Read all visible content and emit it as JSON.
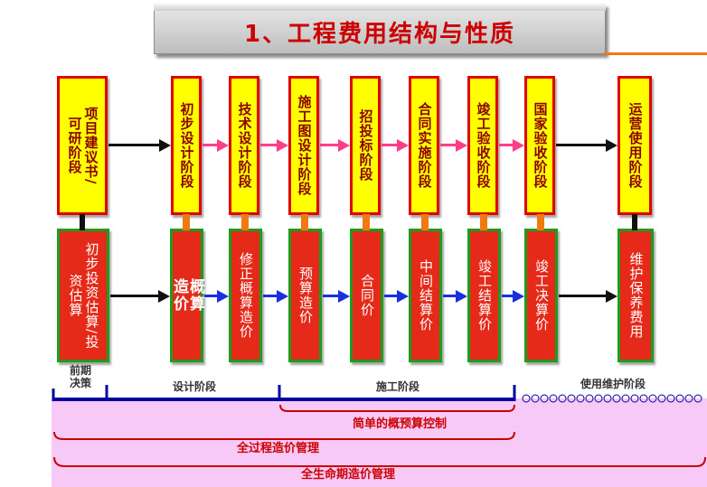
{
  "title": "1、工程费用结构与性质",
  "stages": [
    {
      "label": "项目建议书/可研阶段",
      "columns": [
        "项目建议书/",
        "可研阶段"
      ]
    },
    {
      "label": "初步设计阶段",
      "columns": [
        "初步设计阶段"
      ]
    },
    {
      "label": "技术设计阶段",
      "columns": [
        "技术设计阶段"
      ]
    },
    {
      "label": "施工图设计阶段",
      "columns": [
        "施工图设计阶段"
      ]
    },
    {
      "label": "招投标阶段",
      "columns": [
        "招投标阶段"
      ]
    },
    {
      "label": "合同实施阶段",
      "columns": [
        "合同实施阶段"
      ]
    },
    {
      "label": "竣工验收阶段",
      "columns": [
        "竣工验收阶段"
      ]
    },
    {
      "label": "国家验收阶段",
      "columns": [
        "国家验收阶段"
      ]
    },
    {
      "label": "运营使用阶段",
      "columns": [
        "运营使用阶段"
      ]
    }
  ],
  "costs": [
    {
      "label": "初步投资估算/投资估算",
      "columns": [
        "初步投资估算/投",
        "资估算"
      ]
    },
    {
      "label": "概算造价",
      "columns": [
        "概算",
        "造价"
      ]
    },
    {
      "label": "修正概算造价",
      "columns": [
        "修正概算造价"
      ]
    },
    {
      "label": "预算造价",
      "columns": [
        "预算造价"
      ]
    },
    {
      "label": "合同价",
      "columns": [
        "合同价"
      ]
    },
    {
      "label": "中间结算价",
      "columns": [
        "中间结算价"
      ]
    },
    {
      "label": "竣工结算价",
      "columns": [
        "竣工结算价"
      ]
    },
    {
      "label": "竣工决算价",
      "columns": [
        "竣工决算价"
      ]
    },
    {
      "label": "维护保养费用",
      "columns": [
        "维护保养费用"
      ]
    }
  ],
  "timeline": {
    "phase1": "前期决策",
    "phase1_line1": "前期",
    "phase1_line2": "决策",
    "phase2": "设计阶段",
    "phase3": "施工阶段",
    "phase4": "使用维护阶段"
  },
  "management": {
    "simple": "简单的概预算控制",
    "full_process": "全过程造价管理",
    "life_cycle": "全生命期造价管理"
  },
  "colors": {
    "stage_fill": "#ffff00",
    "stage_border": "#e00000",
    "cost_fill": "#e52a1a",
    "cost_border": "#1d9d1d",
    "arrow_pink": "#ff3d8a",
    "arrow_blue": "#1a2fe0",
    "arrow_black": "#111111",
    "connector_orange": "#f07a10",
    "timeline_blue": "#0000a0",
    "bracket_red": "#cc0000",
    "band_pink": "#f7c9f7"
  }
}
